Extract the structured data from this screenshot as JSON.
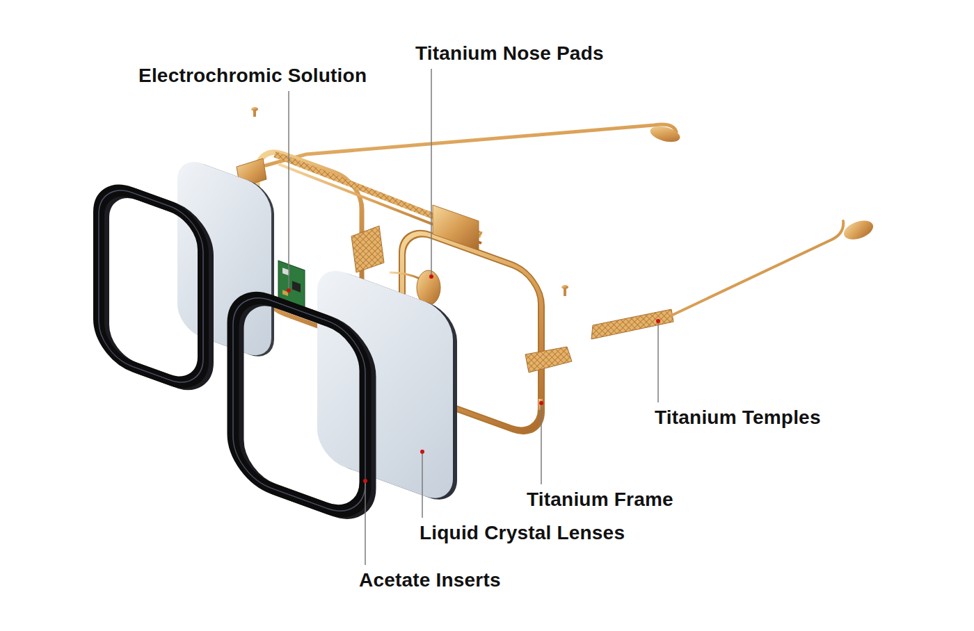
{
  "diagram": {
    "labels": [
      "Titanium Nose Pads",
      "Electrochromic Solution",
      "Titanium Temples",
      "Titanium Frame",
      "Liquid Crystal Lenses",
      "Acetate Inserts"
    ]
  }
}
